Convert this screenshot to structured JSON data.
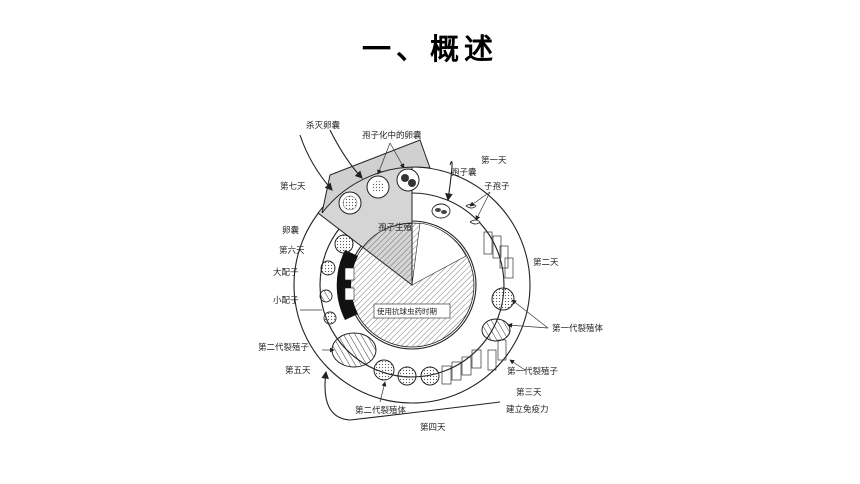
{
  "title": "一、概述",
  "labels": {
    "killed_oocyst": "杀灭卵囊",
    "sporulated_oocyst": "孢子化中的卵囊",
    "day1": "第一天",
    "sporocyst": "孢子囊",
    "sporozoite": "子孢子",
    "day7": "第七天",
    "sporogony": "孢子生殖",
    "oocyst": "卵囊",
    "day6": "第六天",
    "day2": "第二天",
    "macrogamete": "大配子",
    "microgamete": "小配子",
    "drug_period": "使用抗球虫药时期",
    "first_schizont": "第一代裂殖体",
    "second_merozoite": "第二代裂殖子",
    "first_merozoite": "第一代裂殖子",
    "day5": "第五天",
    "day3": "第三天",
    "second_schizont": "第二代裂殖体",
    "immunity": "建立免疫力",
    "day4": "第四天"
  },
  "colors": {
    "ink": "#222222",
    "band_dark": "#111111",
    "gray_sector": "#cfcfcf"
  },
  "icons": [
    "oocyst-icon",
    "sporozoite-icon",
    "schizont-icon",
    "merozoite-icon",
    "gamete-icon"
  ]
}
